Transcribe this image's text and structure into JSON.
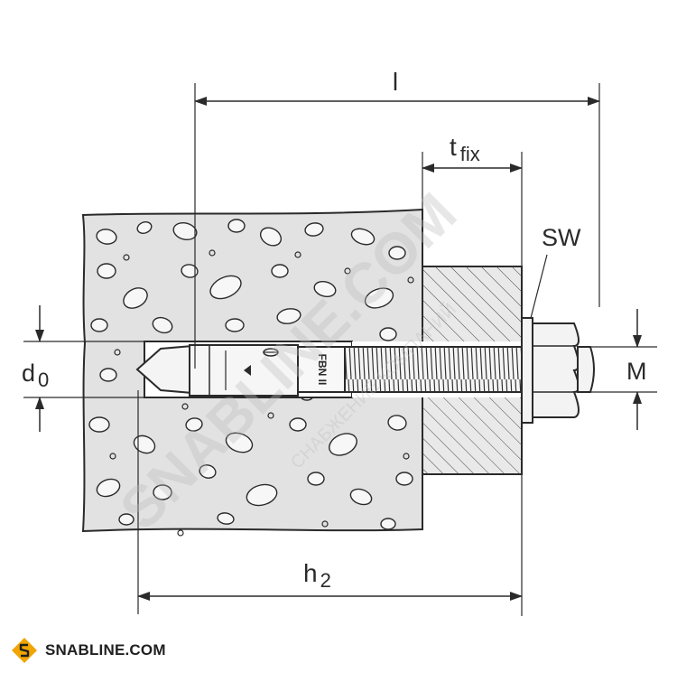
{
  "labels": {
    "l": "l",
    "t_fix_main": "t",
    "t_fix_sub": "fix",
    "sw": "SW",
    "d0_main": "d",
    "d0_sub": "0",
    "m": "M",
    "h2_main": "h",
    "h2_sub": "2",
    "anchor_text": "FBN II"
  },
  "watermark": {
    "main": "SNABLINE.COM",
    "sub": "СНАБЖЕНИЕ КОМПАНИЙ"
  },
  "brand": {
    "name": "SNABLINE.COM",
    "logo_color": "#f0a500"
  },
  "colors": {
    "line": "#2a2a2a",
    "concrete": "#e2e2e2",
    "plate": "#e9e9e9",
    "watermark": "#d9d9d9"
  }
}
